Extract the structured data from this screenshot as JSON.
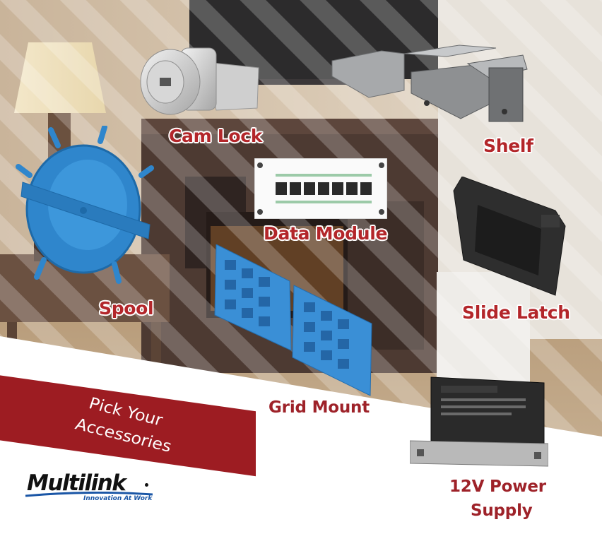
{
  "banner": {
    "line1": "Pick Your",
    "line2": "Accessories"
  },
  "products": {
    "cam_lock": "Cam Lock",
    "shelf": "Shelf",
    "data_module": "Data Module",
    "spool": "Spool",
    "slide_latch": "Slide Latch",
    "grid_mount": "Grid Mount",
    "power_supply_line1": "12V Power",
    "power_supply_line2": "Supply"
  },
  "logo": {
    "name": "Multilink",
    "tagline": "Innovation At Work"
  },
  "colors": {
    "accent_red": "#b3262a",
    "banner_red": "#9d1c22",
    "spool_blue": "#2f86cc",
    "logo_blue": "#1a56a6"
  },
  "icons": [
    "cam-lock-icon",
    "shelf-bracket-icon",
    "data-module-icon",
    "spool-icon",
    "slide-latch-icon",
    "grid-mount-icon",
    "battery-icon"
  ]
}
